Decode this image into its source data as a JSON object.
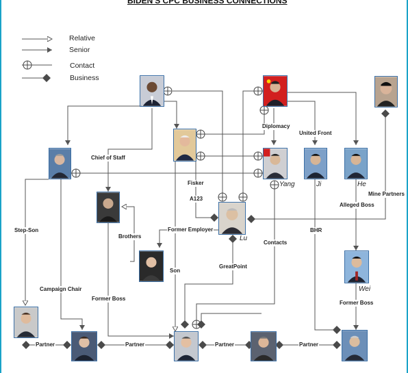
{
  "title": "BIDEN'S CPC BUSINESS CONNECTIONS",
  "legend": {
    "relative": "Relative",
    "senior": "Senior",
    "contact": "Contact",
    "business": "Business"
  },
  "names": {
    "yang": "Yang",
    "ji": "Ji",
    "he": "He",
    "lu": "Lu",
    "wei": "Wei"
  },
  "labels": {
    "chief_of_staff": "Chief of Staff",
    "diplomacy": "Diplomacy",
    "united_front": "United Front",
    "fisker": "Fisker",
    "a123": "A123",
    "mine_partners": "Mine Partners",
    "alleged_boss": "Alleged Boss",
    "step_son": "Step-Son",
    "former_employer": "Former Employer",
    "brothers": "Brothers",
    "bhr": "BHR",
    "contacts": "Contacts",
    "greatpoint": "GreatPoint",
    "son": "Son",
    "campaign_chair": "Campaign Chair",
    "former_boss_left": "Former Boss",
    "former_boss_right": "Former Boss",
    "partner_1": "Partner",
    "partner_2": "Partner",
    "partner_3": "Partner",
    "partner_4": "Partner"
  },
  "colors": {
    "line": "#555555",
    "frame_border": "#1aa3c8",
    "diamond": "#4a4a4a",
    "photo_border": "#3a6ea5",
    "china_flag_red": "#d21f1f"
  }
}
